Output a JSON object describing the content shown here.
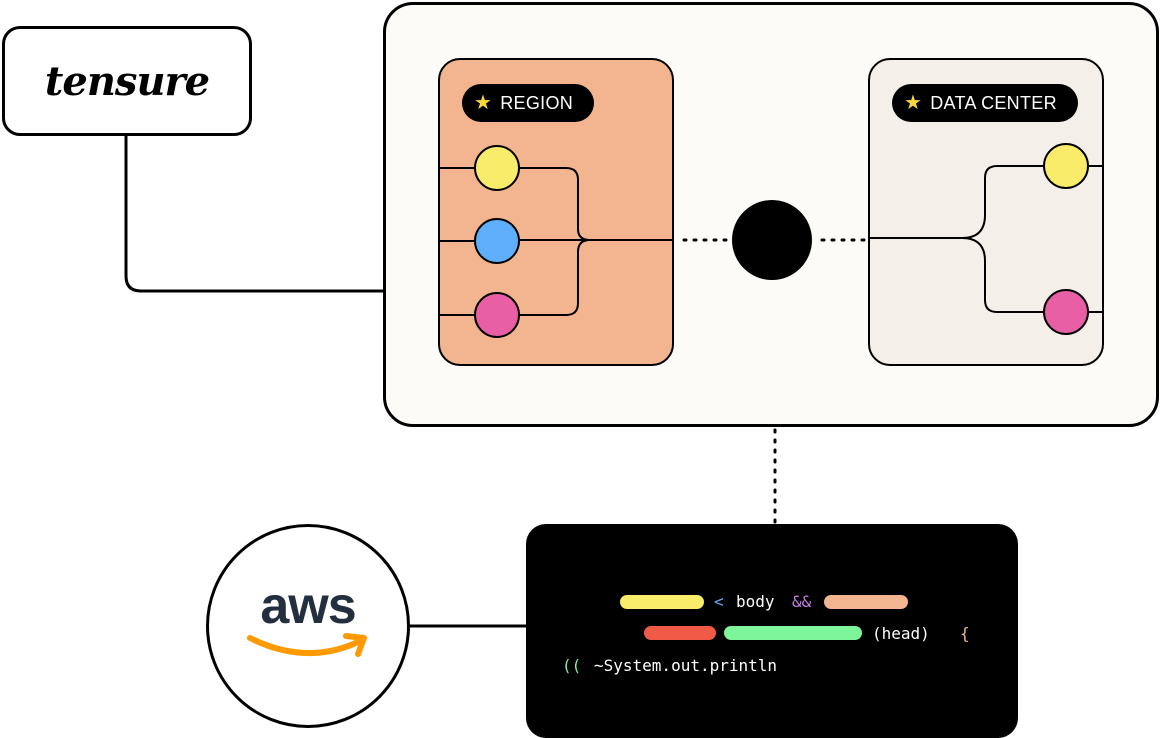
{
  "logo": {
    "text": "tensure"
  },
  "region": {
    "label": "REGION",
    "star_icon": "★",
    "node_colors": [
      "#f9ec6b",
      "#5eaefc",
      "#e95fa6"
    ]
  },
  "data_center": {
    "label": "DATA CENTER",
    "star_icon": "★",
    "node_colors": [
      "#f9ec6b",
      "#e95fa6"
    ]
  },
  "aws": {
    "text": "aws"
  },
  "code": {
    "line1": {
      "op": "<",
      "word": "body",
      "amp": "&&"
    },
    "line2": {
      "paren": "(head)",
      "brace": "{"
    },
    "line3": {
      "prefix": "((",
      "call": "~System.out.println"
    },
    "bar_colors": {
      "yellow": "#f9ec6b",
      "peach": "#f3b590",
      "red": "#ee5a45",
      "green": "#7ef59a"
    }
  },
  "colors": {
    "region_bg": "#f3b590",
    "data_center_bg": "#f5efea",
    "hub": "#000000"
  }
}
